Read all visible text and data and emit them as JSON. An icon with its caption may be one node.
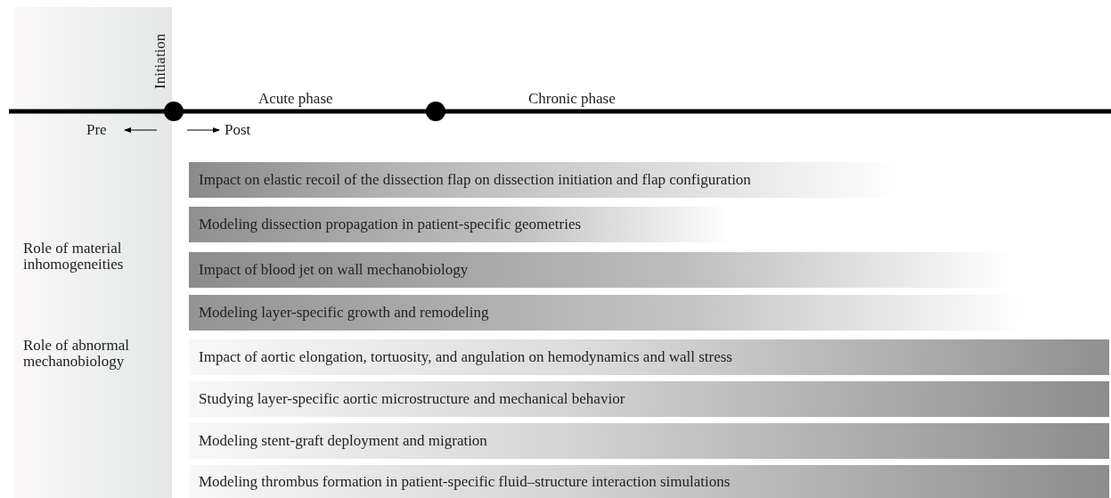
{
  "diagram": {
    "nodes": [
      {
        "text": [
          "Impact on elastic recoil of the dissection flap on dissection initiation and flap configuration"
        ]
      },
      {
        "text": [
          "Modeling dissection propagation in patient-specific geometries"
        ]
      },
      {
        "text": [
          "Impact of blood jet on wall mechanobiology"
        ]
      },
      {
        "text": [
          "Modeling layer-specific growth and remodeling"
        ]
      },
      {
        "text": [
          "Impact of aortic elongation, tortuosity, and angulation on hemodynamics and wall stress"
        ]
      },
      {
        "text": [
          "Studying layer-specific aortic microstructure and mechanical behavior"
        ]
      },
      {
        "text": [
          "Modeling stent-graft deployment and migration"
        ]
      },
      {
        "text": [
          "Modeling thrombus formation in patient-specific fluid–structure interaction simulations"
        ]
      }
    ],
    "edges": [],
    "labels": [
      "Initiation",
      "Acute phase",
      "Chronic phase",
      "Pre",
      "Post",
      "Role of material inhomogeneities",
      "Role of abnormal mechanobiology"
    ]
  }
}
